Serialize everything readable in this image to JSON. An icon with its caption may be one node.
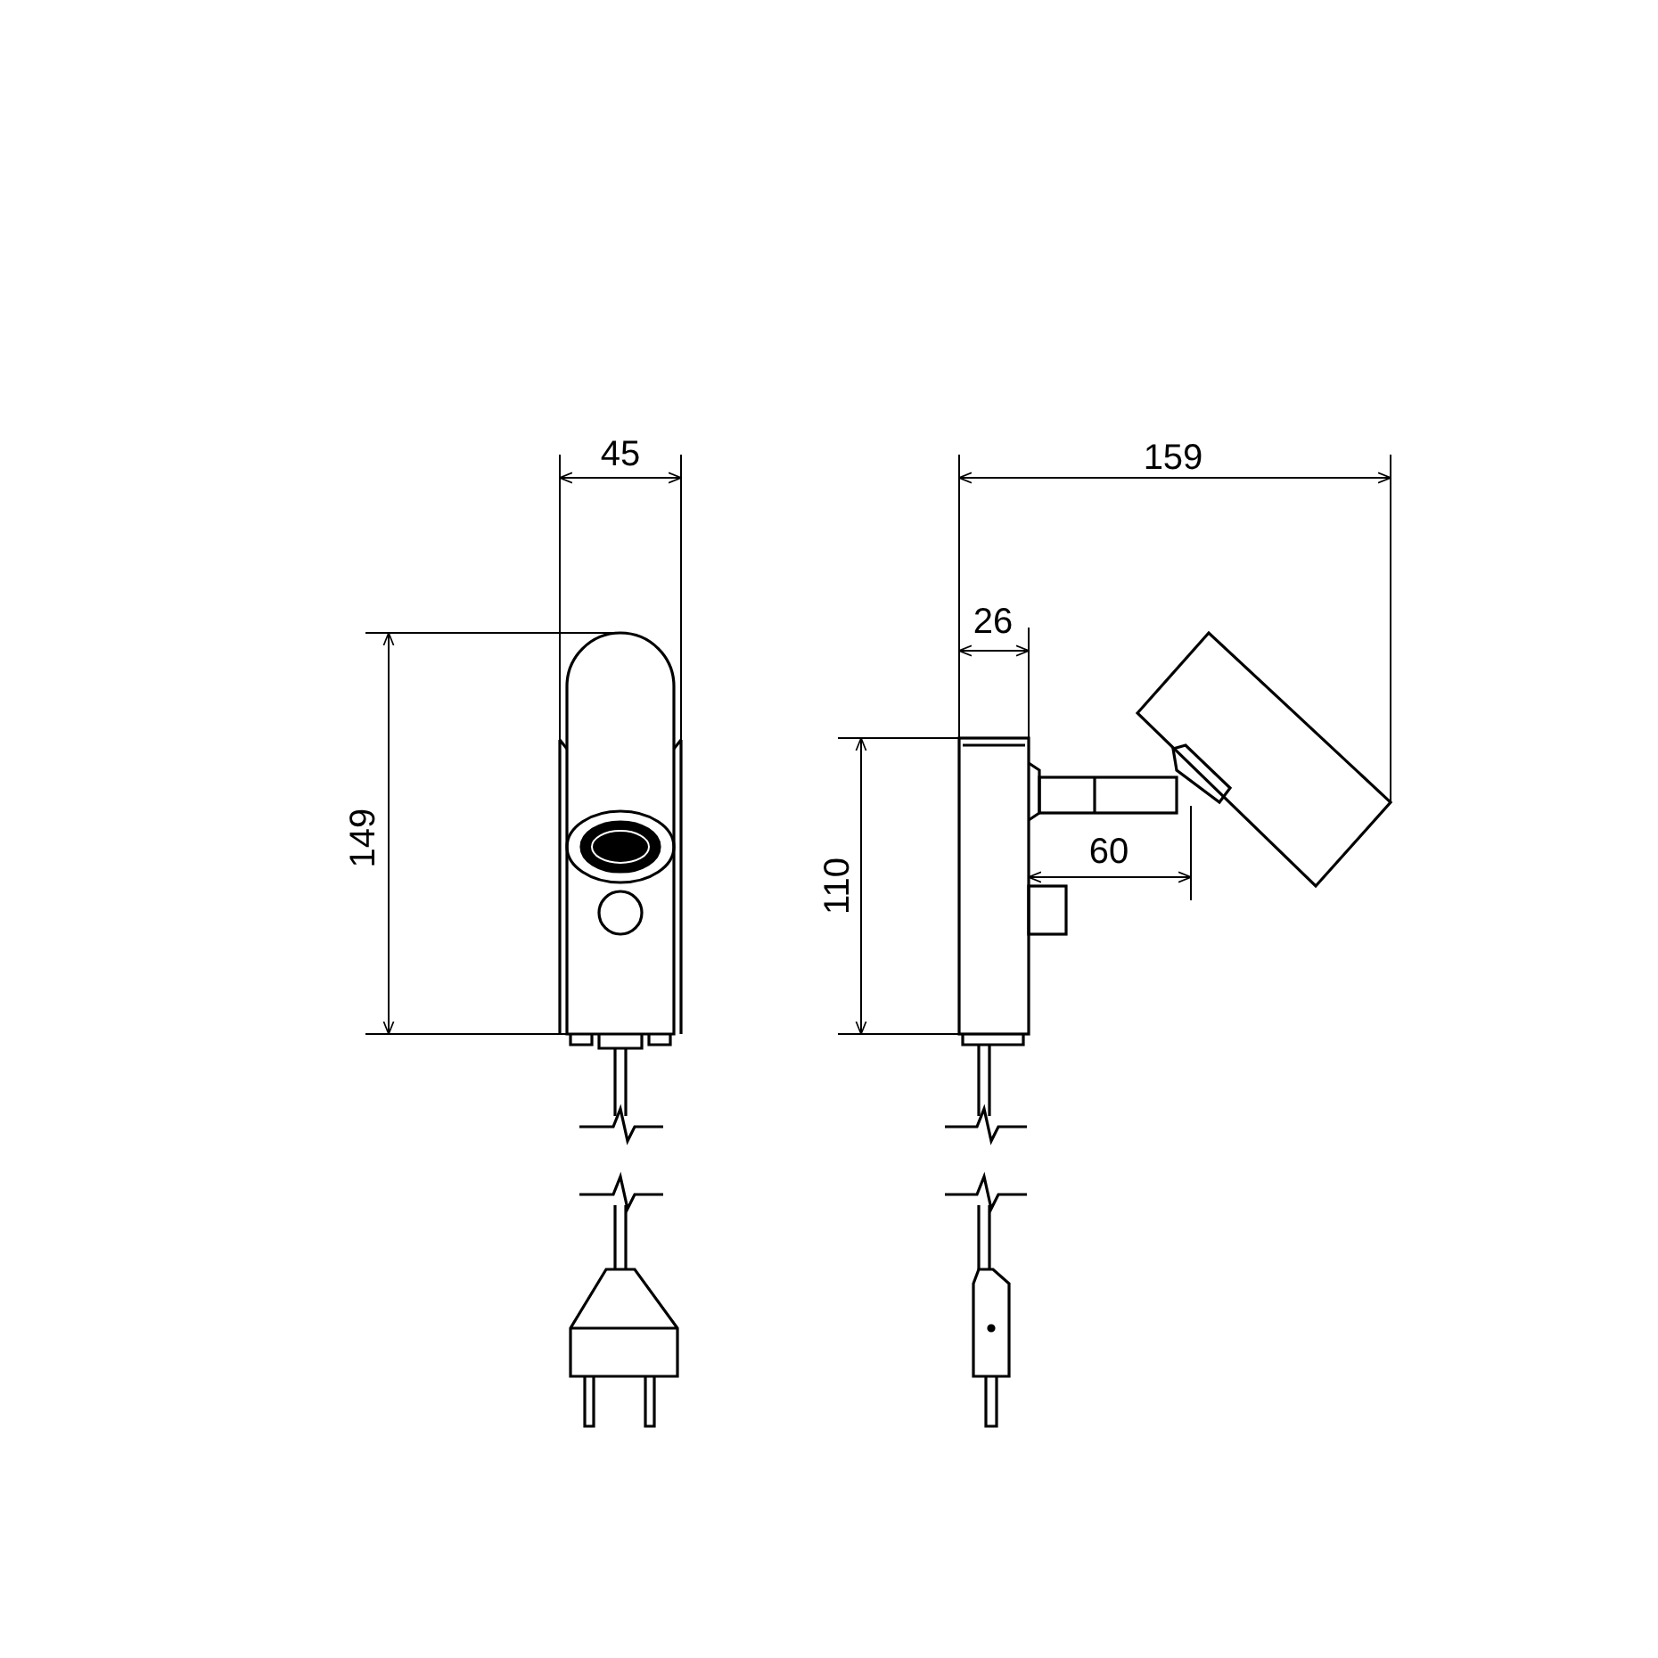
{
  "diagram": {
    "labels": [
      "45",
      "159",
      "26",
      "149",
      "60",
      "110"
    ]
  }
}
